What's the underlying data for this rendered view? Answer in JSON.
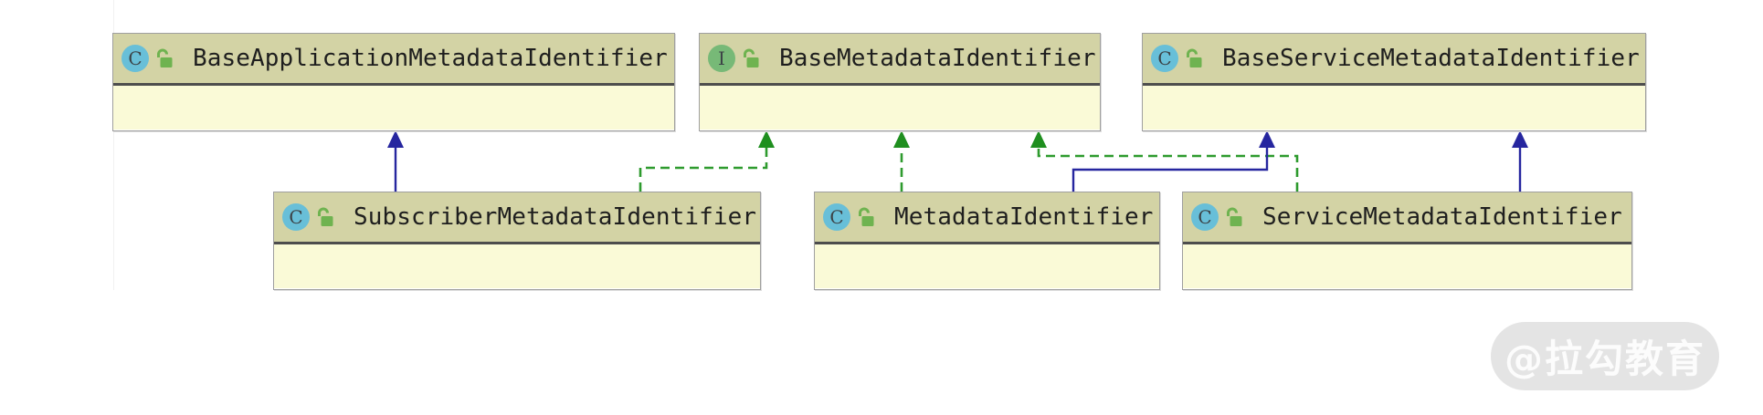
{
  "diagram": {
    "type": "uml-class-diagram",
    "classes": [
      {
        "name": "BaseApplicationMetadataIdentifier",
        "kind": "class",
        "badge": "C",
        "visibility": "public"
      },
      {
        "name": "BaseMetadataIdentifier",
        "kind": "interface",
        "badge": "I",
        "visibility": "public"
      },
      {
        "name": "BaseServiceMetadataIdentifier",
        "kind": "class",
        "badge": "C",
        "visibility": "public"
      },
      {
        "name": "SubscriberMetadataIdentifier",
        "kind": "class",
        "badge": "C",
        "visibility": "public"
      },
      {
        "name": "MetadataIdentifier",
        "kind": "class",
        "badge": "C",
        "visibility": "public"
      },
      {
        "name": "ServiceMetadataIdentifier",
        "kind": "class",
        "badge": "C",
        "visibility": "public"
      }
    ],
    "relations": [
      {
        "from": "SubscriberMetadataIdentifier",
        "to": "BaseApplicationMetadataIdentifier",
        "type": "extends"
      },
      {
        "from": "SubscriberMetadataIdentifier",
        "to": "BaseMetadataIdentifier",
        "type": "implements"
      },
      {
        "from": "MetadataIdentifier",
        "to": "BaseMetadataIdentifier",
        "type": "implements"
      },
      {
        "from": "MetadataIdentifier",
        "to": "BaseServiceMetadataIdentifier",
        "type": "extends"
      },
      {
        "from": "ServiceMetadataIdentifier",
        "to": "BaseMetadataIdentifier",
        "type": "implements"
      },
      {
        "from": "ServiceMetadataIdentifier",
        "to": "BaseServiceMetadataIdentifier",
        "type": "extends"
      }
    ],
    "colors": {
      "extends_edge": "#26269f",
      "implements_edge": "#2e9b2e",
      "node_header_bg": "#d3d3a5",
      "node_body_bg": "#fafad7",
      "node_separator": "#4d4d4d",
      "class_badge_bg": "#68bfd8",
      "interface_badge_bg": "#77b977",
      "lock_icon_green": "#6fb350"
    }
  },
  "watermark": {
    "text": "@拉勾教育",
    "bg": "#e4e4e4"
  }
}
